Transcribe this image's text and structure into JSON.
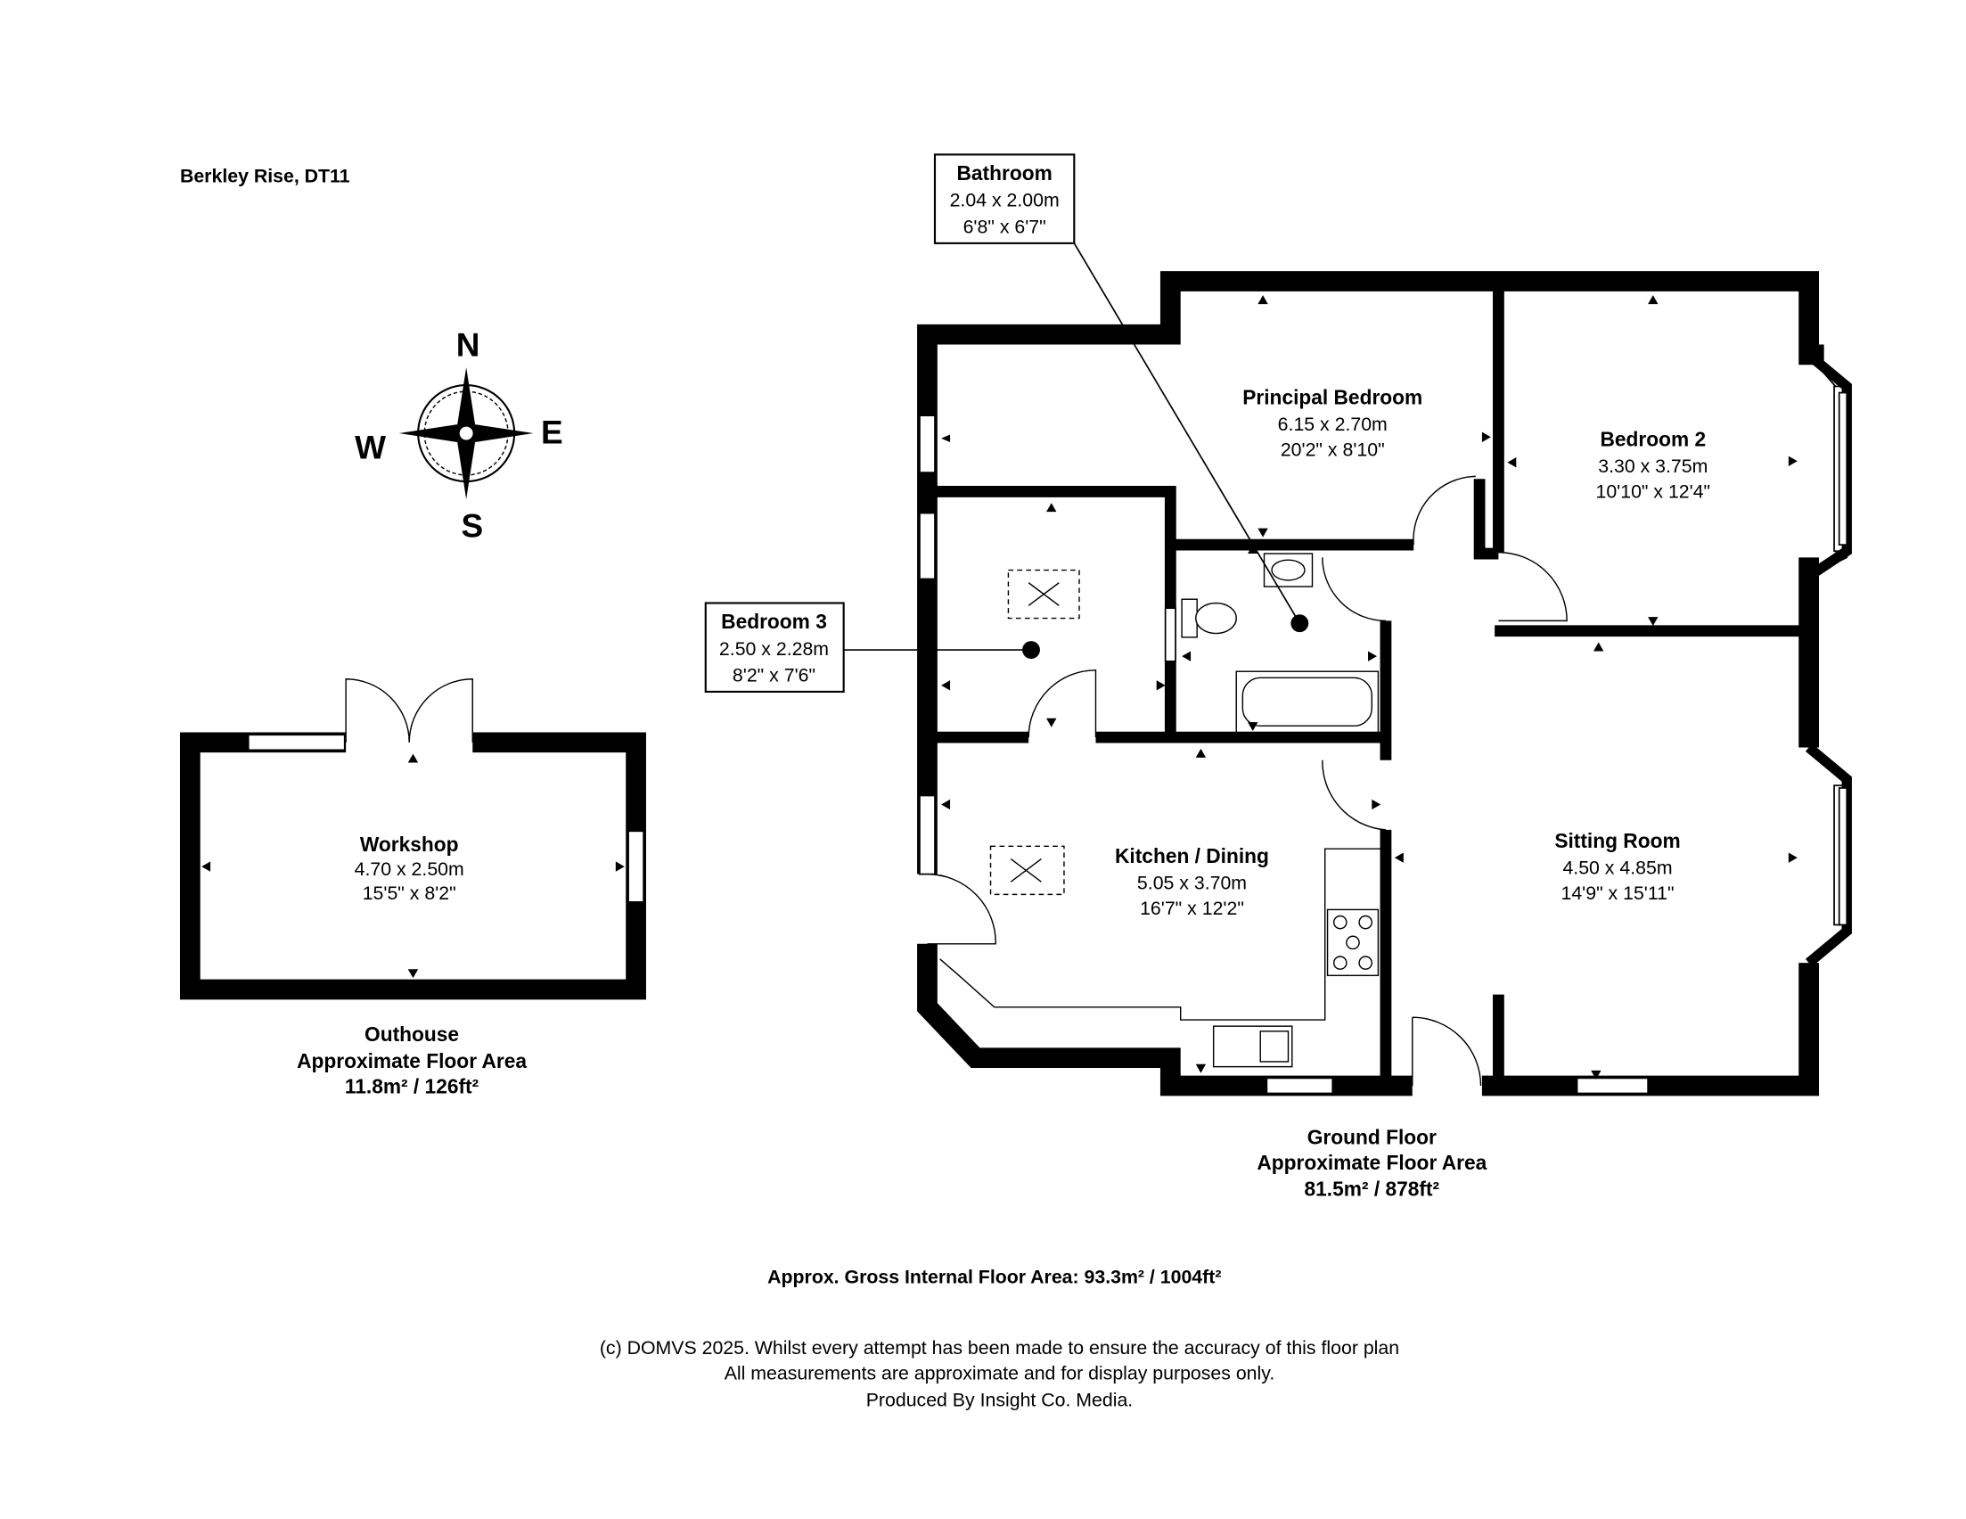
{
  "title": "Berkley Rise, DT11",
  "compass": {
    "n": "N",
    "e": "E",
    "s": "S",
    "w": "W"
  },
  "rooms": {
    "bathroom": {
      "name": "Bathroom",
      "metric": "2.04 x 2.00m",
      "imperial": "6'8\" x 6'7\""
    },
    "principal_bedroom": {
      "name": "Principal Bedroom",
      "metric": "6.15 x 2.70m",
      "imperial": "20'2\" x 8'10\""
    },
    "bedroom2": {
      "name": "Bedroom 2",
      "metric": "3.30 x 3.75m",
      "imperial": "10'10\" x 12'4\""
    },
    "bedroom3": {
      "name": "Bedroom 3",
      "metric": "2.50 x 2.28m",
      "imperial": "8'2\" x 7'6\""
    },
    "kitchen": {
      "name": "Kitchen / Dining",
      "metric": "5.05 x 3.70m",
      "imperial": "16'7\" x 12'2\""
    },
    "sitting": {
      "name": "Sitting Room",
      "metric": "4.50 x 4.85m",
      "imperial": "14'9\" x 15'11\""
    },
    "workshop": {
      "name": "Workshop",
      "metric": "4.70 x 2.50m",
      "imperial": "15'5\" x 8'2\""
    }
  },
  "outhouse": {
    "name": "Outhouse",
    "label": "Approximate Floor Area",
    "area": "11.8m² / 126ft²"
  },
  "ground_floor": {
    "name": "Ground Floor",
    "label": "Approximate Floor Area",
    "area": "81.5m² / 878ft²"
  },
  "gross": "Approx. Gross Internal Floor Area: 93.3m² / 1004ft²",
  "disclaimer": [
    "(c) DOMVS 2025. Whilst every attempt has been made to ensure the accuracy of this floor plan",
    "All measurements are approximate and for display purposes only.",
    "Produced By Insight Co. Media."
  ]
}
